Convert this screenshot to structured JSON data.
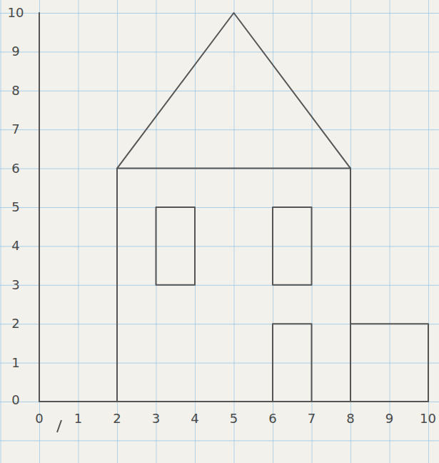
{
  "diagram": {
    "labels": [
      "10",
      "9",
      "8",
      "7",
      "6",
      "5",
      "4",
      "3",
      "2",
      "1",
      "0",
      "0",
      "1",
      "2",
      "3",
      "4",
      "5",
      "6",
      "7",
      "8",
      "9",
      "10"
    ]
  }
}
